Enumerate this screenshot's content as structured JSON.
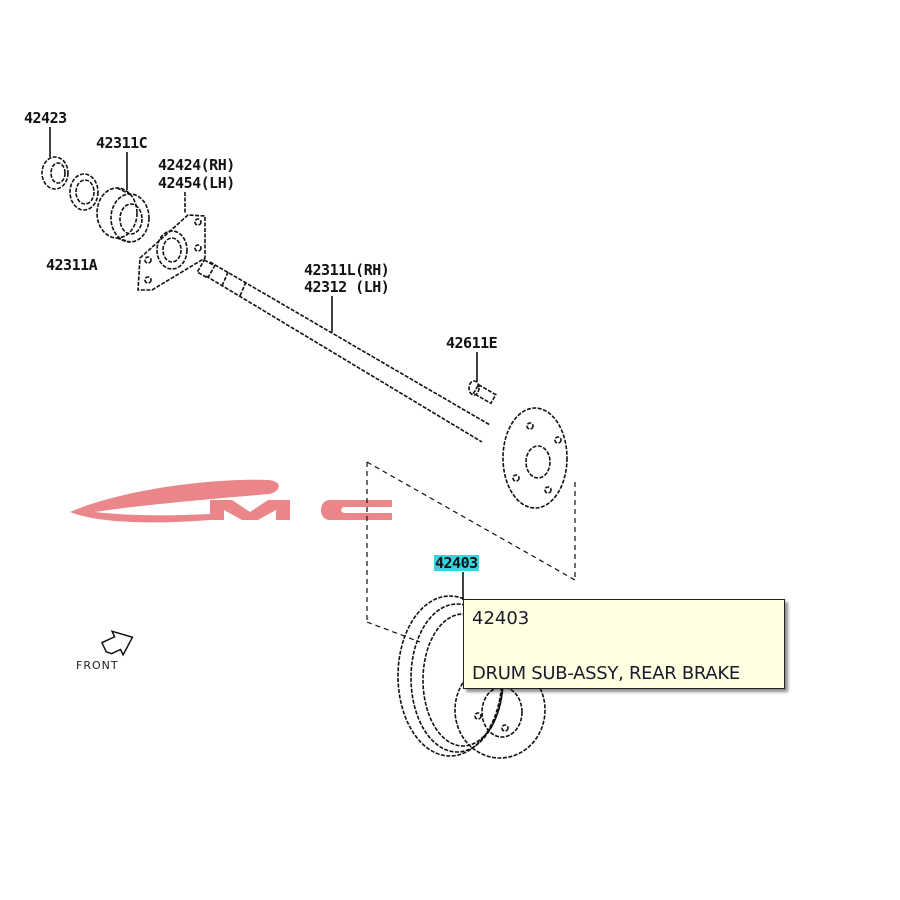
{
  "diagram": {
    "part_labels": {
      "p42423": "42423",
      "p42311c": "42311C",
      "p42424": "42424(RH)",
      "p42454": "42454(LH)",
      "p42311a": "42311A",
      "p42311l": "42311L(RH)",
      "p42312": "42312 (LH)",
      "p42611e": "42611E",
      "p42403": "42403"
    },
    "front_label": "FRONT",
    "watermark_text": "MC",
    "highlight_color": "#33d6e0",
    "watermark_color": "#e87a7e"
  },
  "tooltip": {
    "part_number": "42403",
    "description": "DRUM SUB-ASSY, REAR BRAKE"
  }
}
